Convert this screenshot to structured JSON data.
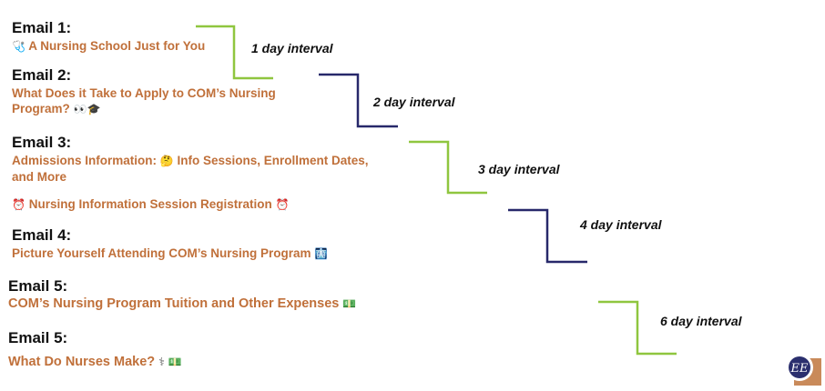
{
  "emails": [
    {
      "label": "Email 1:",
      "subject": "A Nursing School Just for You",
      "emoji_before": "🩺",
      "emoji_after": ""
    },
    {
      "label": "Email 2:",
      "subject_line1": "What Does it Take to Apply to COM’s Nursing",
      "subject_line2": "Program?",
      "emoji_after": "👀🎓"
    },
    {
      "label": "Email 3:",
      "subject_line1": "Admissions Information:",
      "emoji_mid": "🤔",
      "subject_line1b": "Info Sessions, Enrollment Dates,",
      "subject_line2": "and More"
    },
    {
      "subject": "Nursing Information Session Registration",
      "emoji_before": "⏰",
      "emoji_after": "⏰"
    },
    {
      "label": "Email 4:",
      "subject": "Picture Yourself Attending COM’s Nursing Program",
      "emoji_after": "🩻"
    },
    {
      "label": "Email 5:",
      "subject": "COM’s Nursing Program Tuition and Other Expenses",
      "emoji_after": "💵"
    },
    {
      "label": "Email 5:",
      "subject": "What Do Nurses Make?",
      "emoji_after": "⚕ 💵"
    }
  ],
  "intervals": [
    "1 day interval",
    "2 day interval",
    "3 day interval",
    "4 day interval",
    "6 day interval"
  ],
  "colors": {
    "green": "#8fc63f",
    "navy": "#27286a",
    "subject": "#c0703a",
    "label": "#111111",
    "logo_bg": "#c98a5a",
    "logo_circle": "#2b2f6e"
  },
  "logo": {
    "text": "EE",
    "icon": "ee-monogram-logo"
  }
}
